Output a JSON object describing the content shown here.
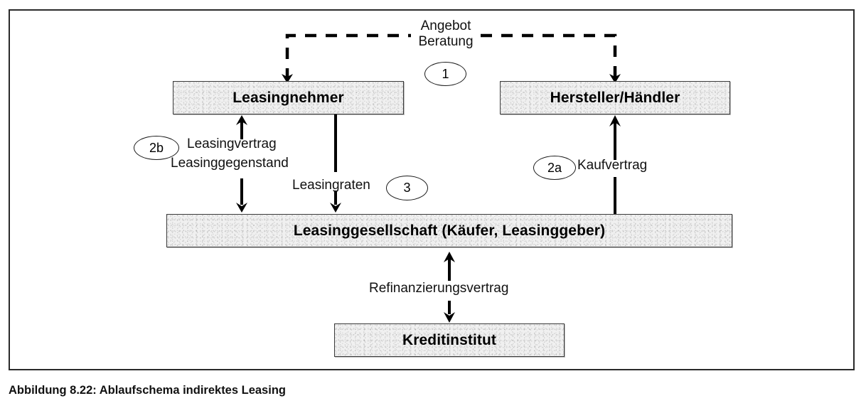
{
  "figure": {
    "caption": "Abbildung 8.22: Ablaufschema indirektes Leasing"
  },
  "nodes": {
    "leasingnehmer": {
      "label": "Leasingnehmer"
    },
    "hersteller": {
      "label": "Hersteller/Händler"
    },
    "leasinggesellschaft": {
      "label": "Leasinggesellschaft (Käufer, Leasinggeber)"
    },
    "kreditinstitut": {
      "label": "Kreditinstitut"
    }
  },
  "edge_labels": {
    "angebot": "Angebot",
    "beratung": "Beratung",
    "leasingvertrag": "Leasingvertrag",
    "leasinggegenstand": "Leasinggegenstand",
    "leasingraten": "Leasingraten",
    "kaufvertrag": "Kaufvertrag",
    "refinanzierungsvertrag": "Refinanzierungsvertrag"
  },
  "markers": {
    "one": "1",
    "two_a": "2a",
    "two_b": "2b",
    "three": "3"
  },
  "colors": {
    "box_fill": "#f0f0f0",
    "box_border": "#3a3a3a",
    "line": "#000000",
    "frame": "#2a2a2a",
    "text": "#000000"
  }
}
